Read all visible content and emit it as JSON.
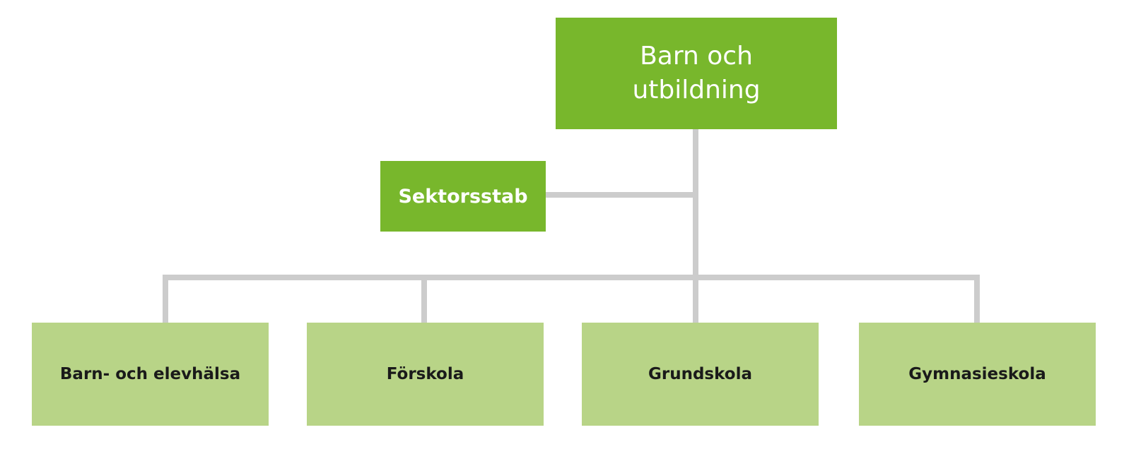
{
  "colors": {
    "primary_green": "#78b72c",
    "light_green": "#b8d487",
    "connector_gray": "#cccccc"
  },
  "org": {
    "top": "Barn och utbildning",
    "staff": "Sektorsstab",
    "departments": [
      "Barn- och elevhälsa",
      "Förskola",
      "Grundskola",
      "Gymnasieskola"
    ]
  }
}
